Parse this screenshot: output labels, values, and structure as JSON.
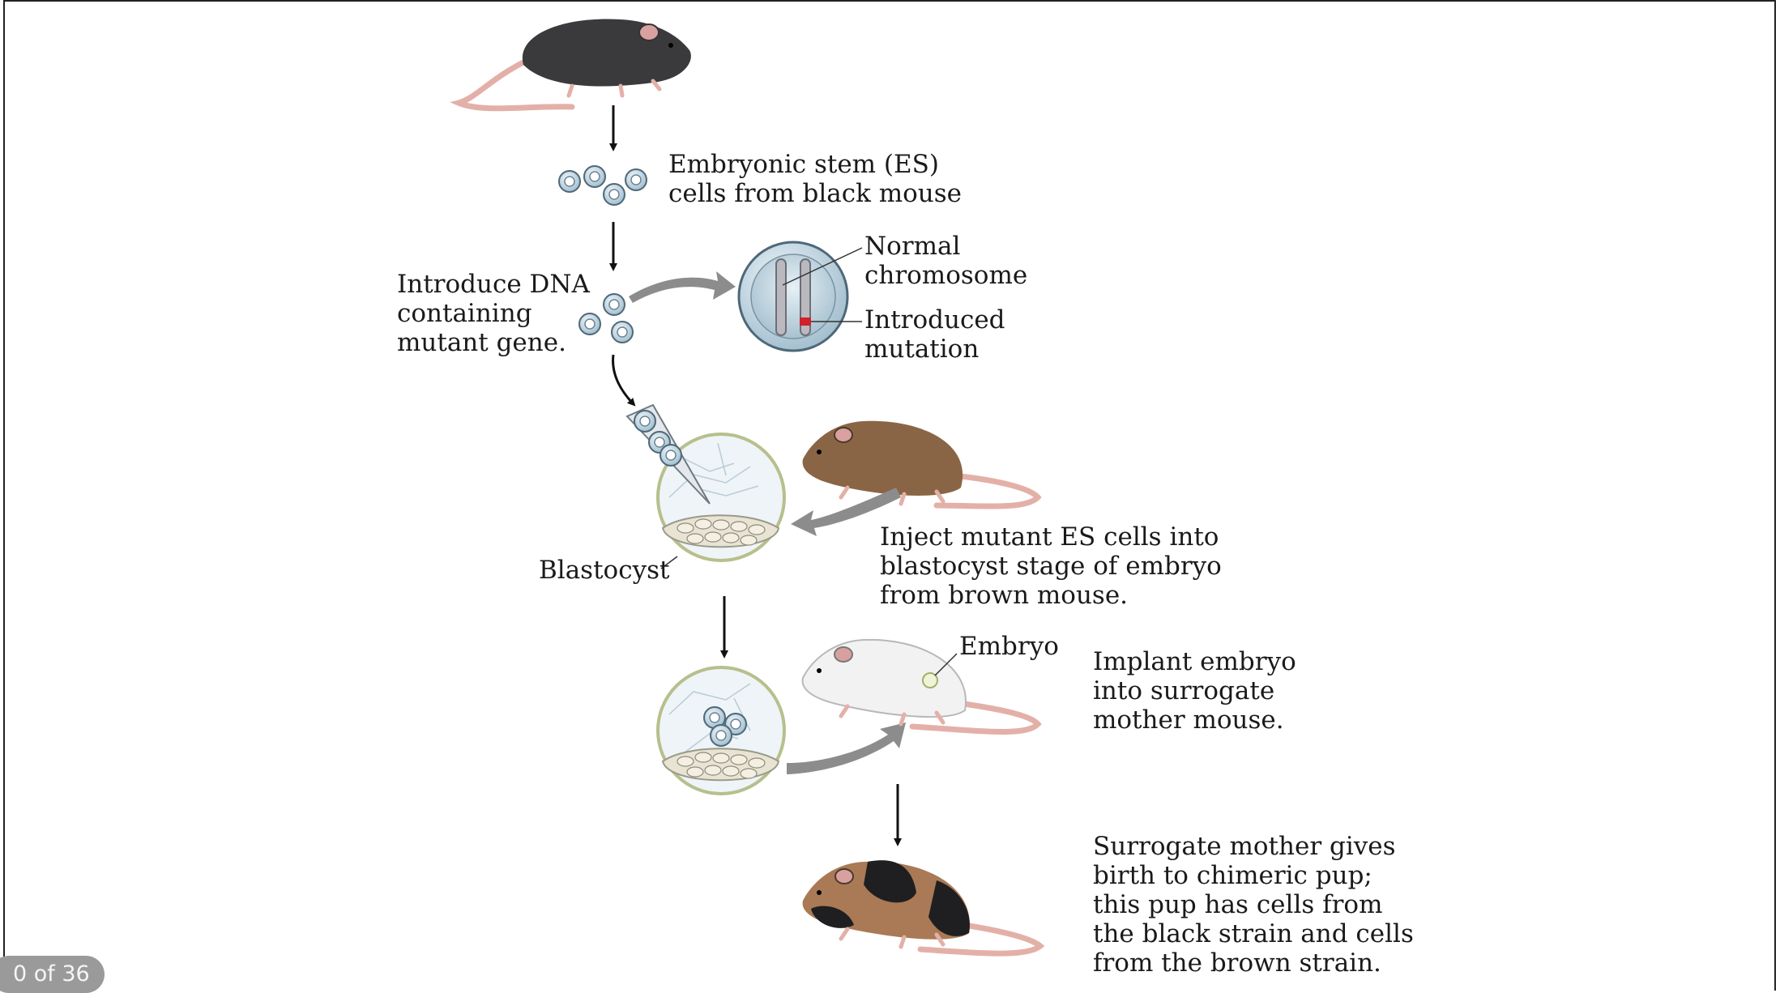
{
  "labels": {
    "es_cells": "Embryonic stem (ES)\ncells from black mouse",
    "introduce_dna": "Introduce DNA\ncontaining\nmutant gene.",
    "normal_chromosome": "Normal\nchromosome",
    "introduced_mutation": "Introduced\nmutation",
    "blastocyst": "Blastocyst",
    "inject": "Inject mutant ES cells into\nblastocyst stage of embryo\nfrom brown mouse.",
    "embryo": "Embryo",
    "implant": "Implant embryo\ninto surrogate\nmother mouse.",
    "surrogate": "Surrogate mother gives\nbirth to chimeric pup;\nthis pup has cells from\nthe black strain and cells\nfrom the brown strain."
  },
  "page_indicator": "0 of 36",
  "colors": {
    "black_mouse": "#3a3a3c",
    "brown_mouse": "#8a6545",
    "white_mouse": "#f2f2f2",
    "tail": "#e3b0a8",
    "cell_fill": "#c9dde8",
    "mutation": "#d0202a",
    "curved_arrow": "#8c8c8c"
  }
}
